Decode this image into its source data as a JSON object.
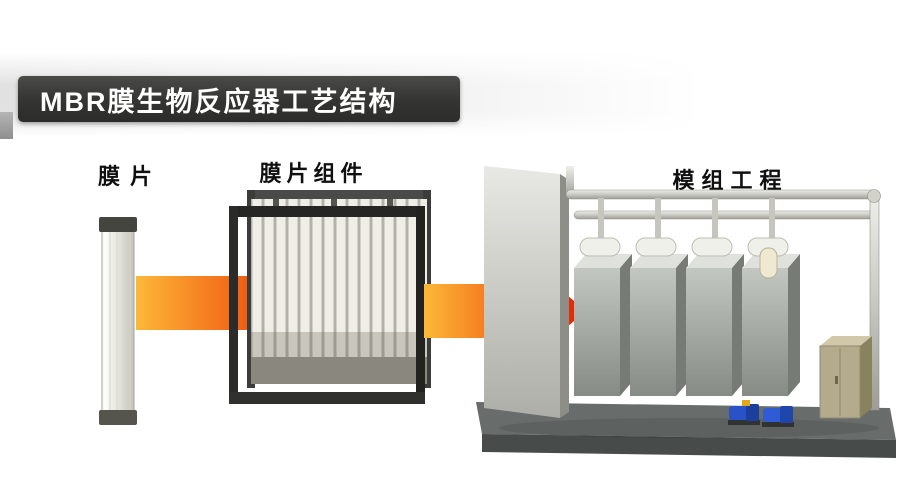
{
  "title": {
    "text": "MBR膜生物反应器工艺结构"
  },
  "stages": [
    {
      "id": "membrane-sheet",
      "label": "膜片"
    },
    {
      "id": "membrane-module",
      "label": "膜片组件"
    },
    {
      "id": "module-project",
      "label": "模组工程"
    }
  ],
  "colors": {
    "banner_bg": "#343432",
    "banner_text": "#ffffff",
    "label_text": "#101010",
    "arrow_gradient_start": "#fcb838",
    "arrow_gradient_mid": "#f4731c",
    "arrow_gradient_end": "#dd1f05",
    "pump_blue": "#2a52c8",
    "cabinet_beige": "#b3ab8c"
  }
}
